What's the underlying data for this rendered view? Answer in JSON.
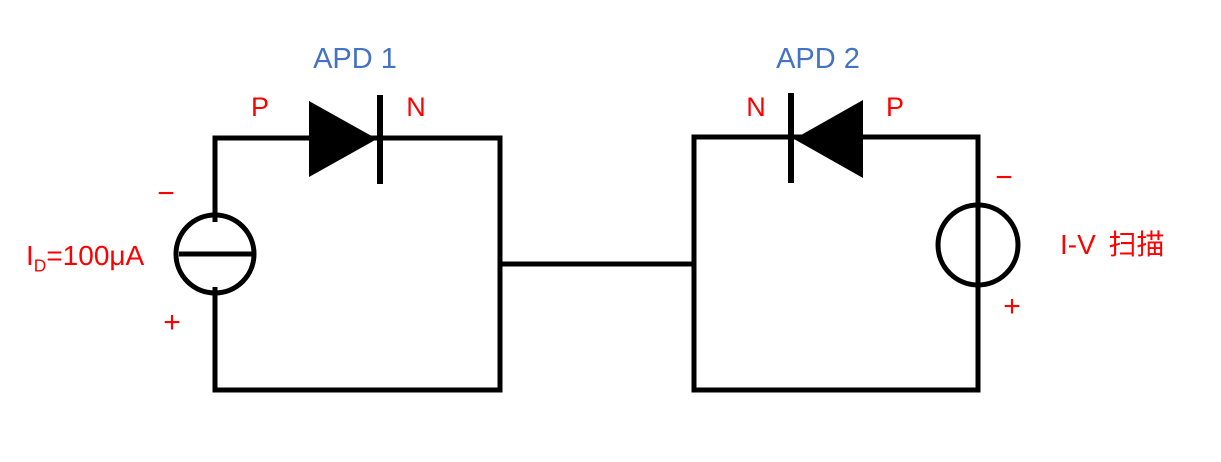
{
  "colors": {
    "wire": "#000000",
    "red": "#ff0000",
    "blue": "#4472c4"
  },
  "apd1": {
    "title": "APD 1",
    "anode_label": "P",
    "cathode_label": "N"
  },
  "apd2": {
    "title": "APD 2",
    "anode_label": "P",
    "cathode_label": "N"
  },
  "current_source": {
    "label_i": "I",
    "label_sub": "D",
    "label_rest": "=100μA",
    "minus": "−",
    "plus": "+"
  },
  "voltage_source": {
    "label": "I-V 扫描",
    "minus": "−",
    "plus": "+"
  }
}
